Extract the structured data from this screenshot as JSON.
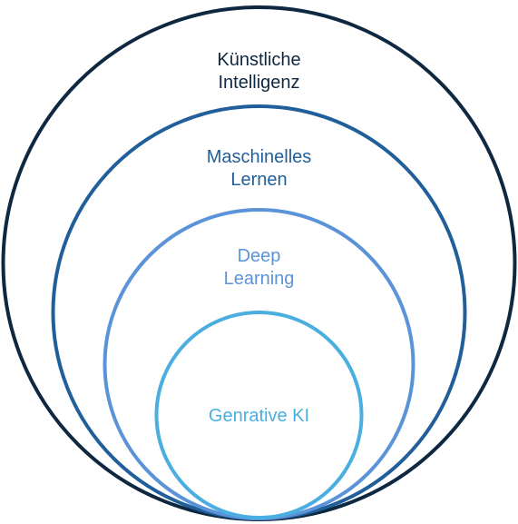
{
  "circles": [
    {
      "id": "kuenstliche-intelligenz",
      "lines": [
        "Künstliche",
        "Intelligenz"
      ],
      "color": "#0e2841"
    },
    {
      "id": "maschinelles-lernen",
      "lines": [
        "Maschinelles",
        "Lernen"
      ],
      "color": "#215f9a"
    },
    {
      "id": "deep-learning",
      "lines": [
        "Deep",
        "Learning"
      ],
      "color": "#5b93d9"
    },
    {
      "id": "generative-ki",
      "lines": [
        "Genrative KI"
      ],
      "color": "#4aaee0"
    }
  ]
}
